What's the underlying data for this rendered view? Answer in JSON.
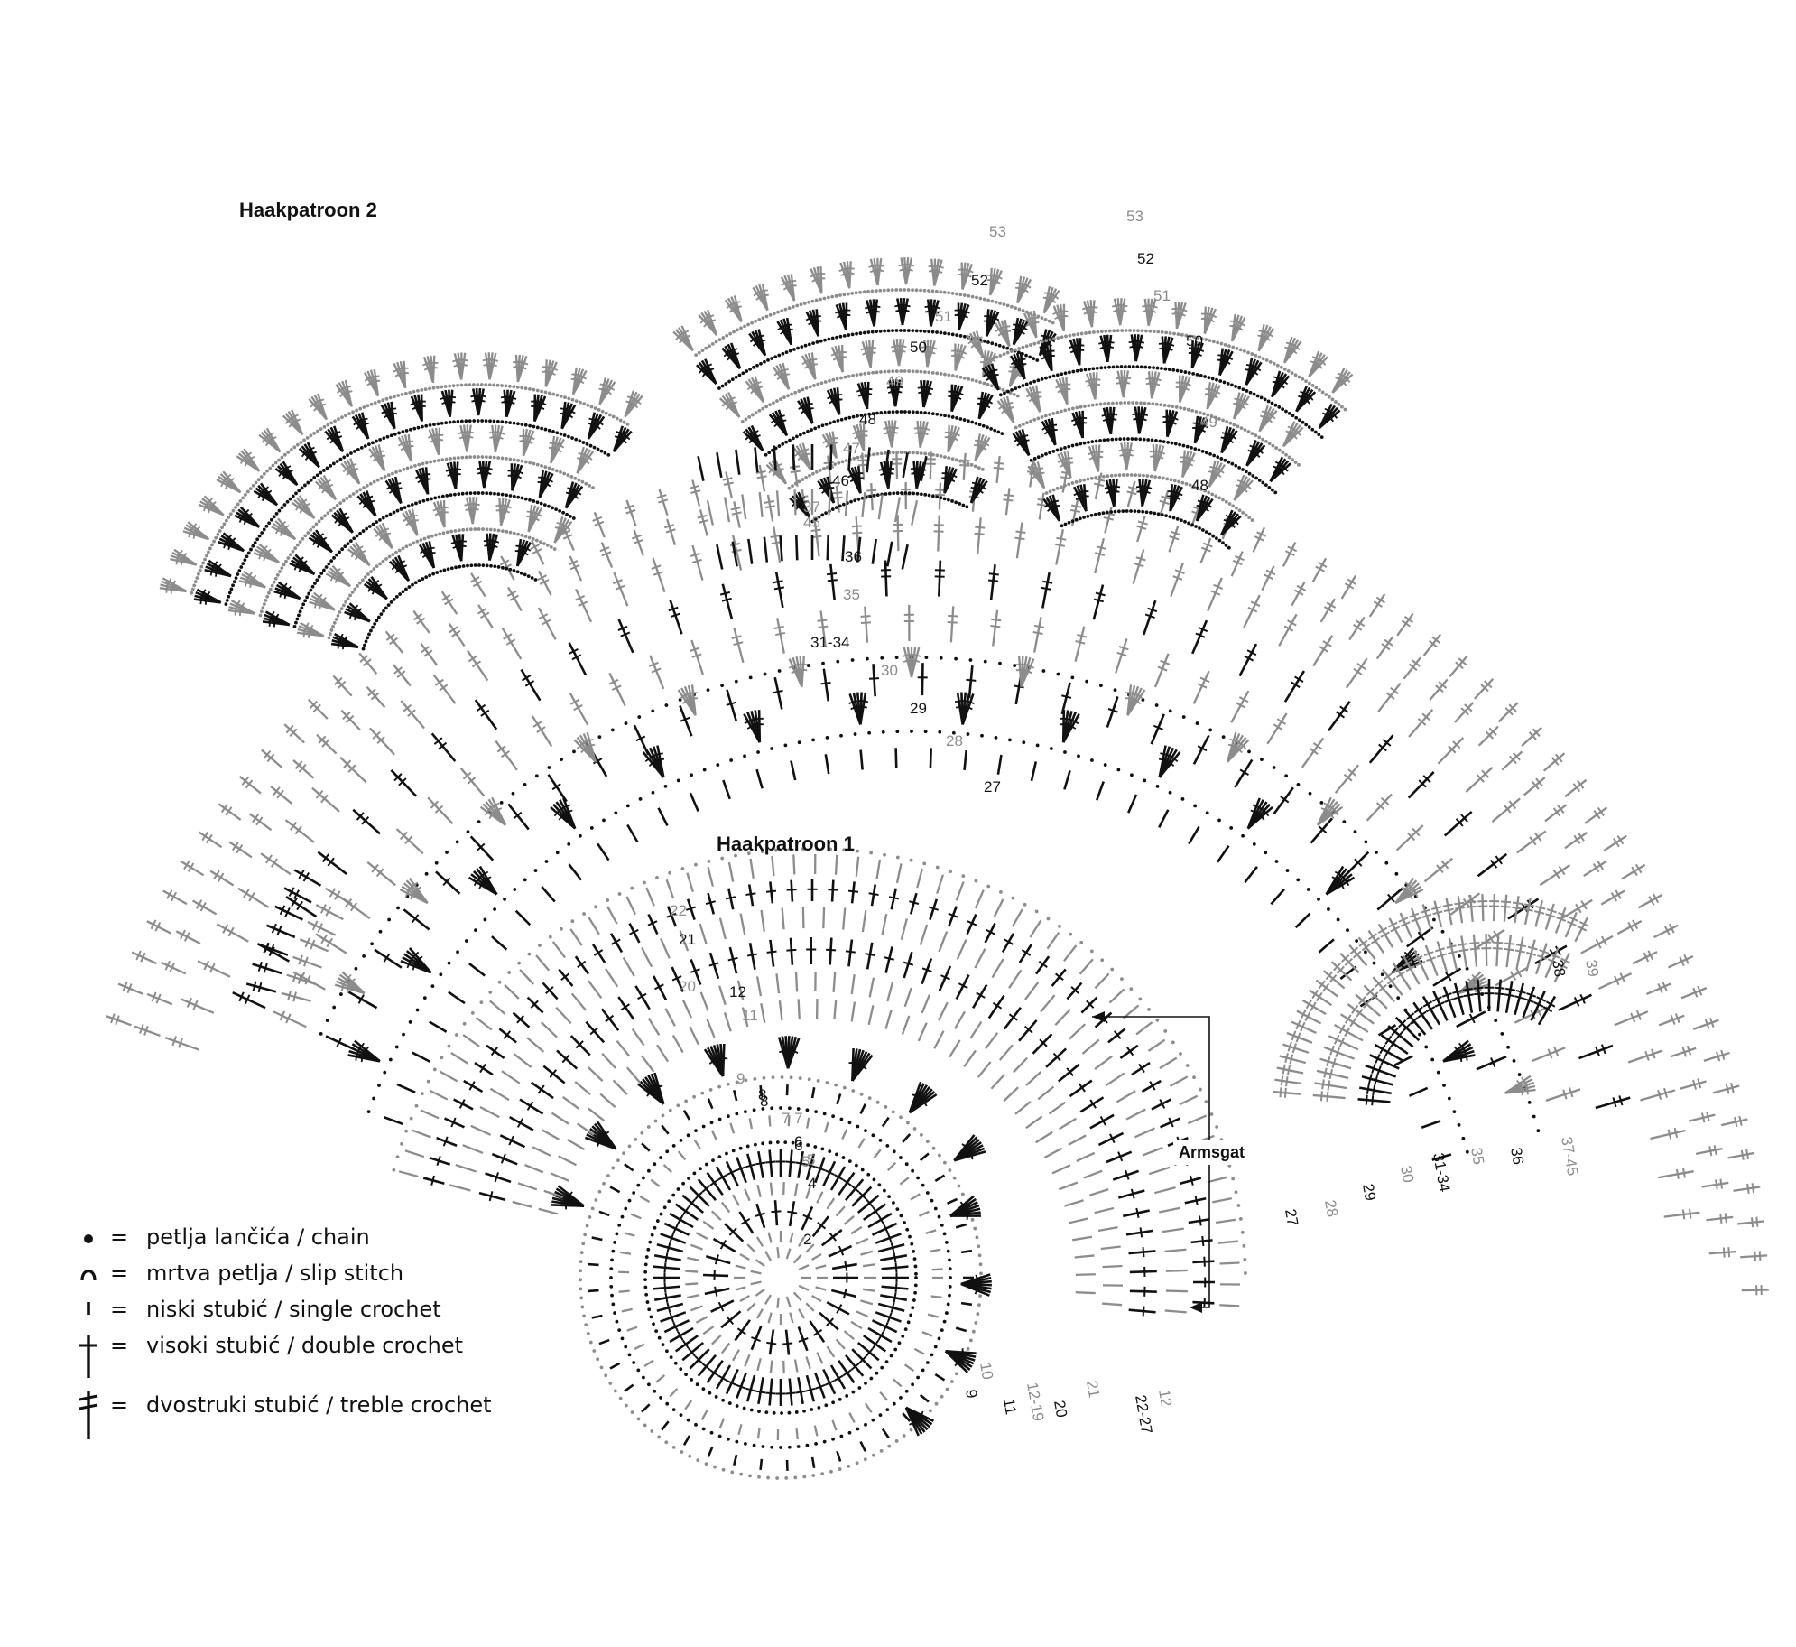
{
  "colors": {
    "dark": "#111111",
    "light": "#8c8c8c",
    "paper": "#ffffff"
  },
  "diagram": {
    "pattern2_title": "Haakpatroon 2",
    "pattern1_title": "Haakpatroon 1",
    "armhole_label": "Armsgat",
    "pattern2_round_labels": [
      "27",
      "28",
      "29",
      "30",
      "31-34",
      "35",
      "36",
      "37-45",
      "38",
      "39",
      "46",
      "47",
      "48",
      "49",
      "50",
      "51",
      "52",
      "53",
      "37",
      "45",
      "27",
      "28",
      "29",
      "30",
      "31-34",
      "35",
      "36",
      "48",
      "49",
      "50",
      "51",
      "52",
      "53"
    ],
    "pattern1_round_labels": [
      "2",
      "4",
      "5",
      "6",
      "7",
      "8",
      "9",
      "10",
      "11",
      "12-19",
      "20",
      "21",
      "22-27",
      "12",
      "11",
      "9",
      "8",
      "7",
      "6",
      "5",
      "22",
      "21",
      "20"
    ]
  },
  "legend": [
    {
      "icon": "chain-icon",
      "text": "petlja lančića / chain"
    },
    {
      "icon": "slip-stitch-icon",
      "text": "mrtva petlja / slip stitch"
    },
    {
      "icon": "single-crochet-icon",
      "text": "niski stubić / single crochet"
    },
    {
      "icon": "double-crochet-icon",
      "text": "visoki stubić / double crochet"
    },
    {
      "icon": "treble-crochet-icon",
      "text": "dvostruki stubić / treble crochet"
    }
  ],
  "equals_sign": "="
}
